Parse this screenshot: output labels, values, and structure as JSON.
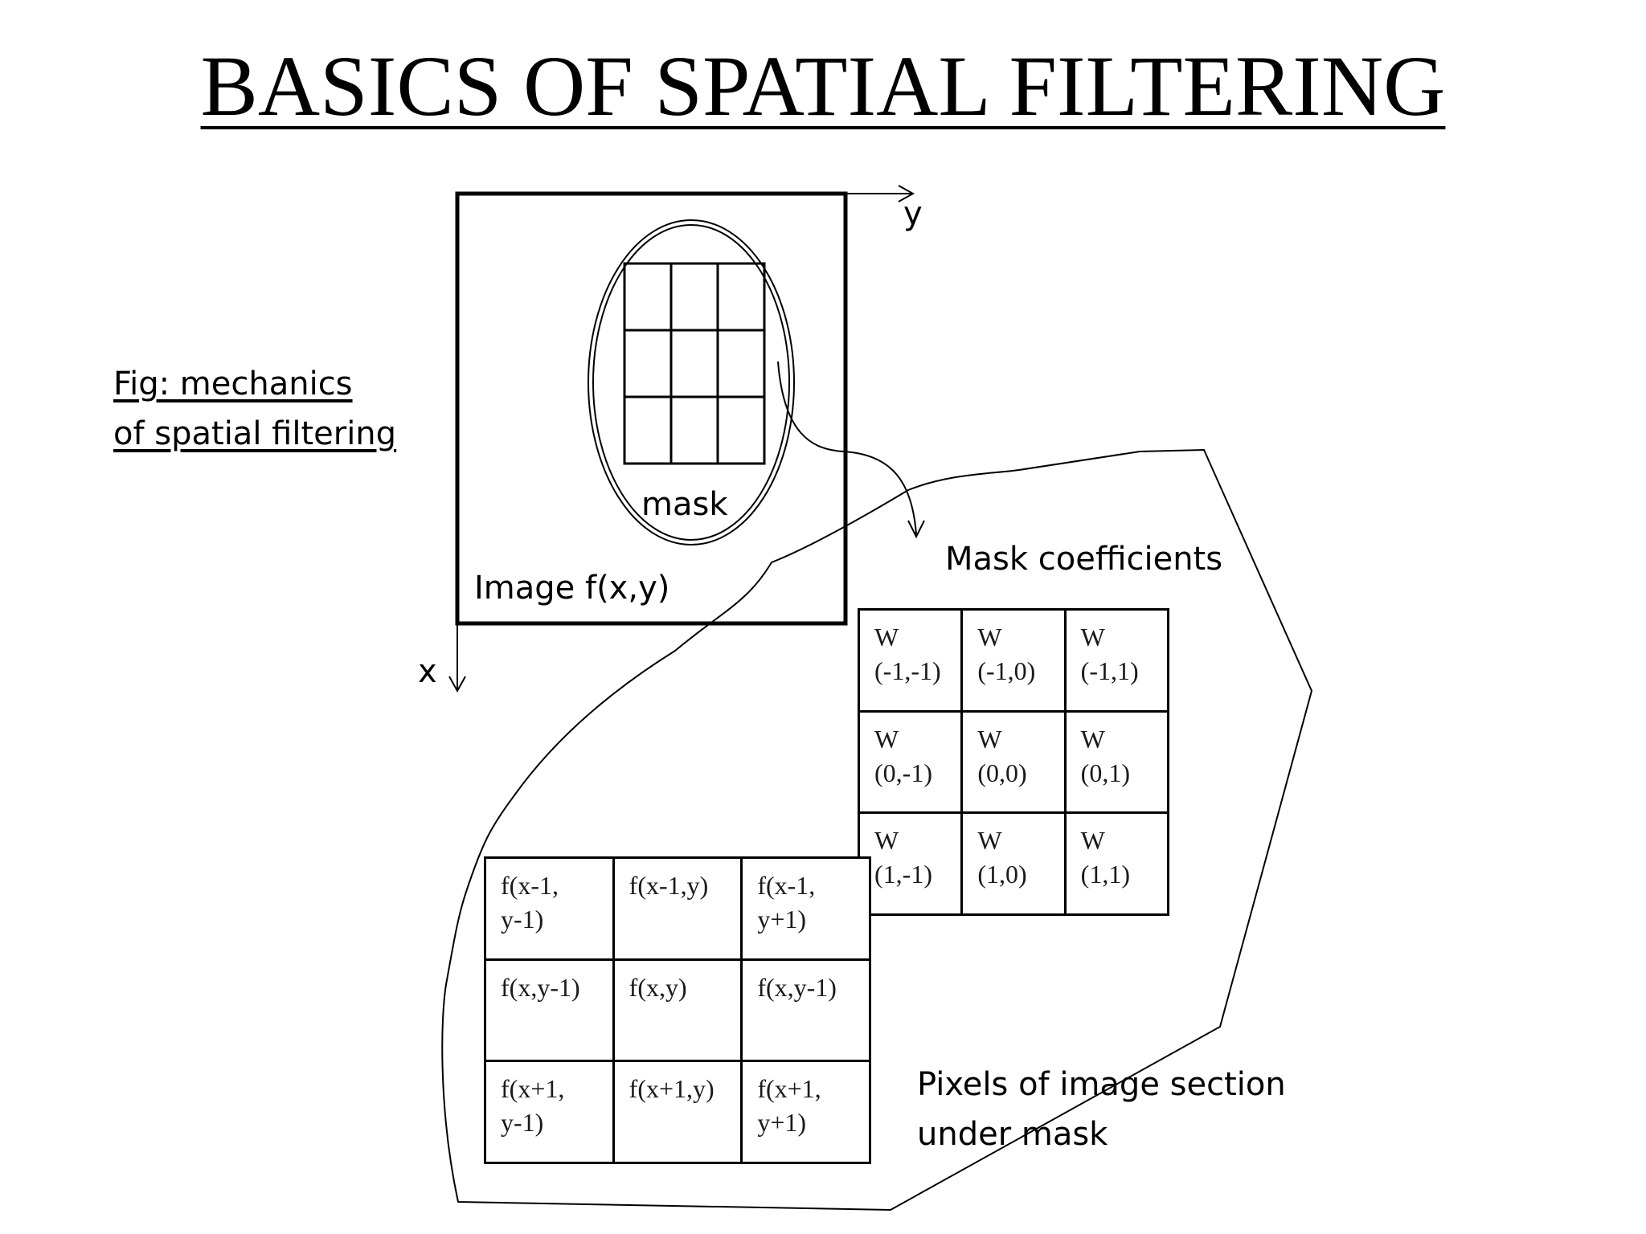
{
  "title": "BASICS OF SPATIAL FILTERING",
  "caption": {
    "line1": "Fig: mechanics",
    "line2": "of spatial filtering"
  },
  "axes": {
    "x": "x",
    "y": "y"
  },
  "labels": {
    "mask": "mask",
    "image": "Image f(x,y)",
    "mask_coefficients": "Mask coefficients",
    "pixels_line1": "Pixels of image section",
    "pixels_line2": "under mask"
  },
  "mask_grid": [
    [
      [
        "W",
        "(-1,-1)"
      ],
      [
        "W",
        "(-1,0)"
      ],
      [
        "W",
        "(-1,1)"
      ]
    ],
    [
      [
        "W",
        "(0,-1)"
      ],
      [
        "W",
        "(0,0)"
      ],
      [
        "W",
        "(0,1)"
      ]
    ],
    [
      [
        "W",
        "(1,-1)"
      ],
      [
        "W",
        "(1,0)"
      ],
      [
        "W",
        "(1,1)"
      ]
    ]
  ],
  "pixel_grid": [
    [
      [
        "f(x-1,",
        "y-1)"
      ],
      [
        "f(x-1,y)"
      ],
      [
        "f(x-1,",
        "y+1)"
      ]
    ],
    [
      [
        "f(x,y-1)"
      ],
      [
        "f(x,y)"
      ],
      [
        "f(x,y-1)"
      ]
    ],
    [
      [
        "f(x+1,",
        "y-1)"
      ],
      [
        "f(x+1,y)"
      ],
      [
        "f(x+1,",
        "y+1)"
      ]
    ]
  ]
}
